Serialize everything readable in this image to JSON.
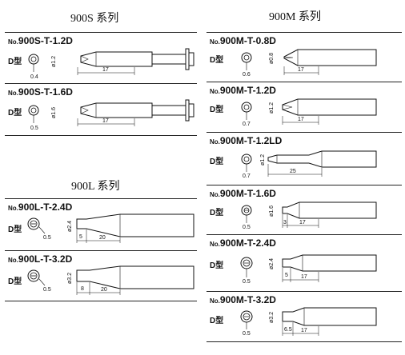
{
  "sections": {
    "s900S": "900S 系列",
    "s900M": "900M 系列",
    "s900L": "900L 系列"
  },
  "no_prefix": "No.",
  "type_label": "D型",
  "tips": [
    {
      "id": "900s-1-2d",
      "model": "900S-T-1.2D",
      "tip_diameter": "ø1.2",
      "point": "0.4",
      "length": "17"
    },
    {
      "id": "900s-1-6d",
      "model": "900S-T-1.6D",
      "tip_diameter": "ø1.6",
      "point": "0.5",
      "length": "17"
    },
    {
      "id": "900l-2-4d",
      "model": "900L-T-2.4D",
      "tip_diameter": "ø2.4",
      "point": "0.5",
      "flat": "5",
      "length": "20"
    },
    {
      "id": "900l-3-2d",
      "model": "900L-T-3.2D",
      "tip_diameter": "ø3.2",
      "point": "0.5",
      "flat": "8",
      "length": "20"
    },
    {
      "id": "900m-0-8d",
      "model": "900M-T-0.8D",
      "tip_diameter": "ø0.8",
      "point": "0.6",
      "length": "17"
    },
    {
      "id": "900m-1-2d",
      "model": "900M-T-1.2D",
      "tip_diameter": "ø1.2",
      "point": "0.7",
      "length": "17"
    },
    {
      "id": "900m-1-2ld",
      "model": "900M-T-1.2LD",
      "tip_diameter": "ø1.2",
      "point": "0.7",
      "length": "25"
    },
    {
      "id": "900m-1-6d",
      "model": "900M-T-1.6D",
      "tip_diameter": "ø1.6",
      "point": "0.5",
      "flat": "3",
      "length": "17"
    },
    {
      "id": "900m-2-4d",
      "model": "900M-T-2.4D",
      "tip_diameter": "ø2.4",
      "point": "0.5",
      "flat": "5",
      "length": "17"
    },
    {
      "id": "900m-3-2d",
      "model": "900M-T-3.2D",
      "tip_diameter": "ø3.2",
      "point": "0.5",
      "flat": "6.5",
      "length": "17"
    }
  ]
}
